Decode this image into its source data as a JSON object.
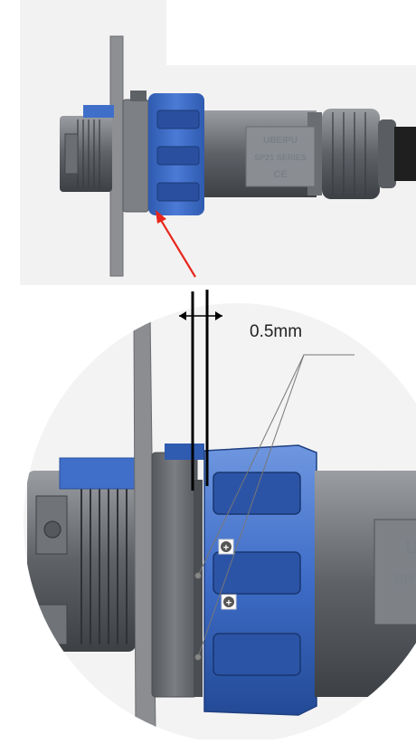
{
  "diagram": {
    "connector_text": {
      "brand": "UBEIPU",
      "series": "SP21 SERIES",
      "mark": "CE"
    },
    "zoom_brand_fragment": "U",
    "zoom_series_fragment": "SP",
    "gap_label": "0.5mm",
    "marker_symbol": "+",
    "colors": {
      "blue_nut": "#3f6fc9",
      "dark_blue": "#2a4f9e",
      "body_gray": "#6d7075",
      "panel_gray": "#8a8c8f",
      "arrow_red": "#e8261c"
    }
  }
}
